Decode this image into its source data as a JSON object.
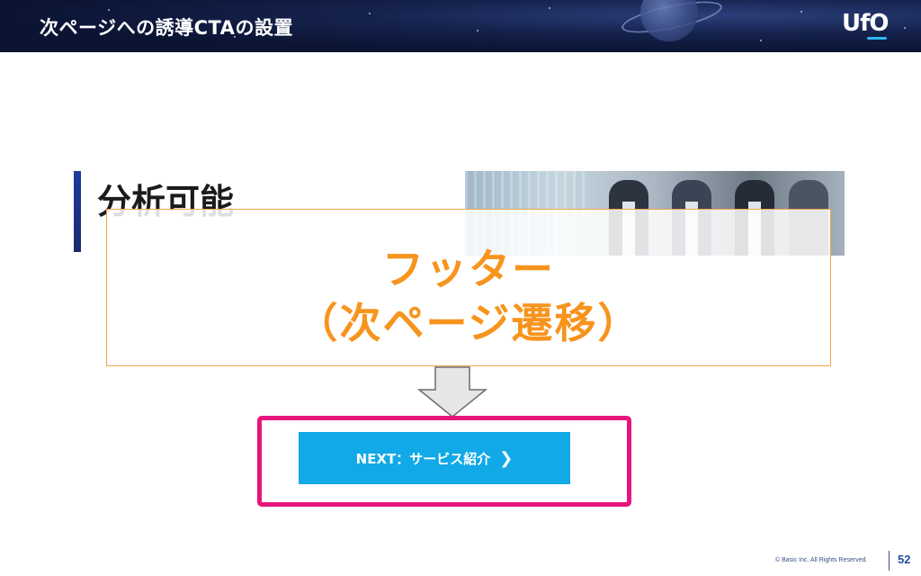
{
  "header": {
    "title": "次ページへの誘導CTAの設置",
    "logo_text": "UfO"
  },
  "section": {
    "heading": "分析可能"
  },
  "overlay": {
    "line1": "フッター",
    "line2": "（次ページ遷移）",
    "text_color": "#f7941d",
    "border_color": "#f0a64a"
  },
  "cta": {
    "label": "NEXT：サービス紹介",
    "chevron": "❯",
    "button_color": "#11a9e8",
    "frame_color": "#e6157d"
  },
  "footer": {
    "copyright": "© Basic Inc. All Rights Reserved.",
    "page_number": "52"
  },
  "icons": {
    "down_arrow": "down-arrow-icon",
    "chevron": "chevron-right-icon"
  }
}
